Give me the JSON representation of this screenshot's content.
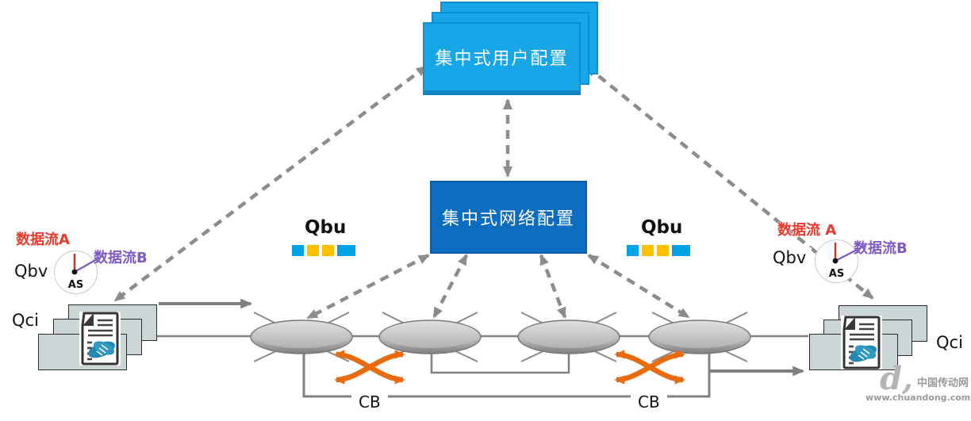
{
  "title_boxes": {
    "cuc_label": "集中式用户配置",
    "cnc_label": "集中式网络配置"
  },
  "left_station": {
    "stream_a": "数据流A",
    "stream_b": "数据流B",
    "qbv": "Qbv",
    "clock_label": "AS",
    "qci": "Qci"
  },
  "right_station": {
    "stream_a": "数据流 A",
    "stream_b": "数据流B",
    "qbv": "Qbv",
    "clock_label": "AS",
    "qci": "Qci"
  },
  "qbu": {
    "left_label": "Qbu",
    "right_label": "Qbu",
    "left_squares": [
      "#00a3e6",
      "#ffc000",
      "#ffc000",
      "#00a3e6"
    ],
    "right_squares": [
      "#00a3e6",
      "#ffc000",
      "#ffc000",
      "#00a3e6"
    ]
  },
  "cb": {
    "left": "CB",
    "right": "CB"
  },
  "watermark": {
    "logo": "d,",
    "name": "中国传动网",
    "url": "www.chuandong.com"
  },
  "colors": {
    "cuc_cyan": "#17a7e8",
    "cnc_blue": "#0b6cc0",
    "connector_gray": "#8c8c8c",
    "cb_orange": "#e96b10",
    "stream_a_red": "#e8392f",
    "stream_b_purple": "#7c5cc4",
    "station_fill": "#ccd6d7",
    "handshake_blue": "#2489b5",
    "qbu_blue": "#00a3e6",
    "qbu_yellow": "#ffc000"
  }
}
